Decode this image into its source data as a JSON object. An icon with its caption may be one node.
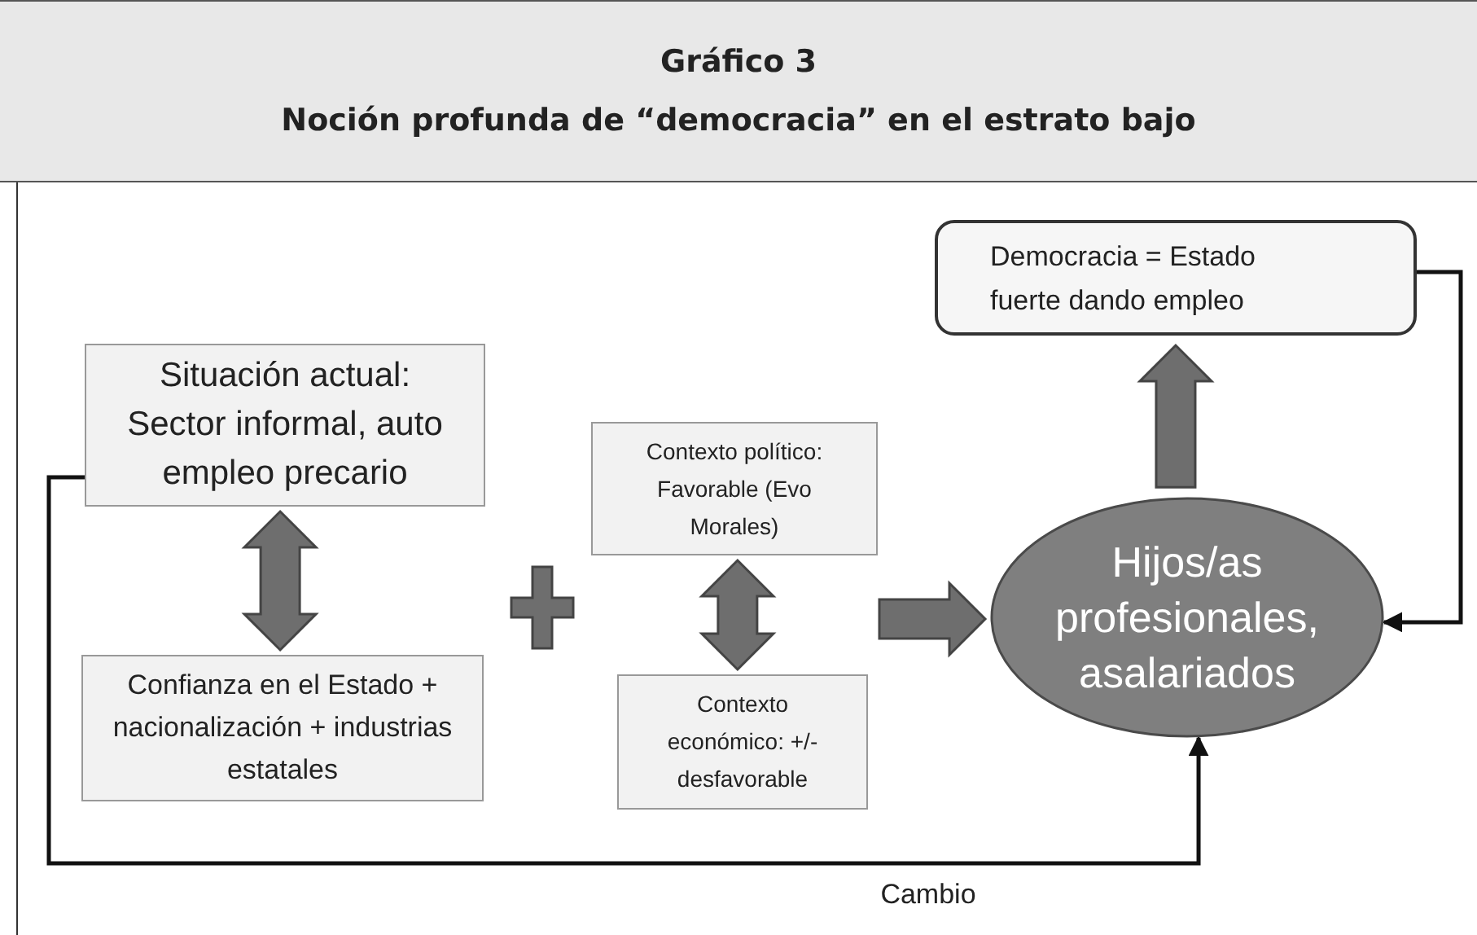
{
  "diagram": {
    "title": "Noción profunda de “democracia” en el estrato bajo",
    "labels": [
      "Gráfico 3"
    ],
    "nodes": [
      {
        "text": [
          "Situación actual: Sector informal, auto empleo precario"
        ]
      },
      {
        "text": [
          "Confianza en el Estado + nacionalización + industrias estatales"
        ]
      },
      {
        "text": [
          "Contexto político: Favorable (Evo Morales)"
        ]
      },
      {
        "text": [
          "Contexto económico: +/- desfavorable"
        ]
      },
      {
        "text": [
          "Hijos/as profesionales, asalariados"
        ]
      },
      {
        "text": [
          "Democracia = Estado fuerte dando empleo"
        ]
      }
    ],
    "edges": [
      {
        "from": 0,
        "to": 1,
        "arrow": "both",
        "style": "thick"
      },
      {
        "from": 2,
        "to": 3,
        "arrow": "both",
        "style": "thick"
      },
      {
        "from": null,
        "to": 4,
        "arrow": "to",
        "style": "thick"
      },
      {
        "from": 4,
        "to": 5,
        "arrow": "to",
        "style": "thick"
      },
      {
        "from": 5,
        "to": 4,
        "arrow": "to"
      },
      {
        "from": 0,
        "to": 4,
        "arrow": "to",
        "label": "Cambio"
      }
    ]
  }
}
